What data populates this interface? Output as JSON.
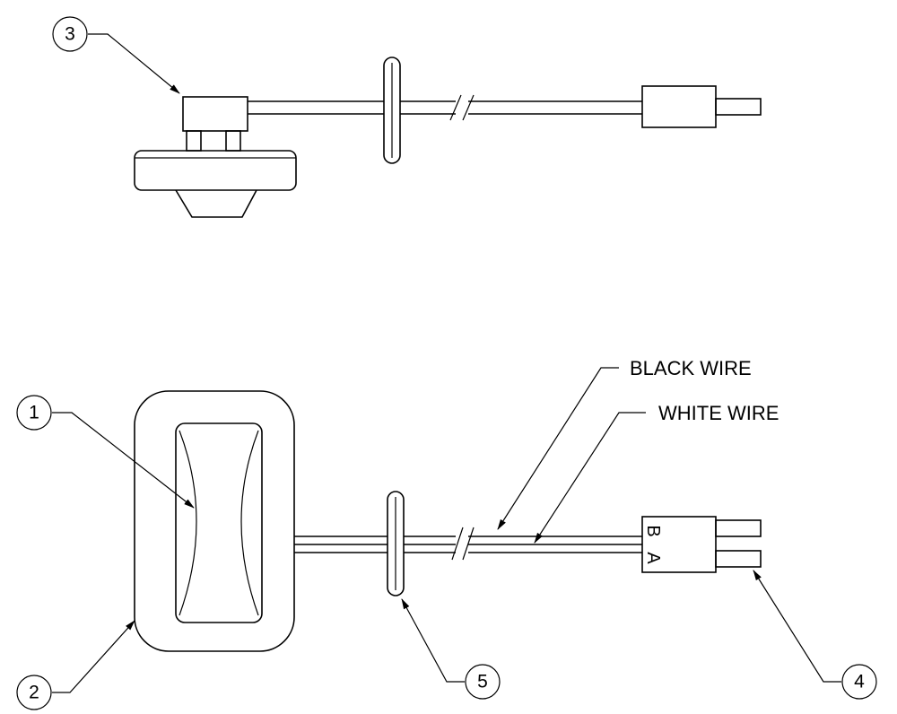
{
  "callouts": {
    "c1": "1",
    "c2": "2",
    "c3": "3",
    "c4": "4",
    "c5": "5"
  },
  "labels": {
    "black_wire": "BLACK WIRE",
    "white_wire": "WHITE WIRE"
  },
  "connector_pins": {
    "b": "B",
    "a": "A"
  }
}
